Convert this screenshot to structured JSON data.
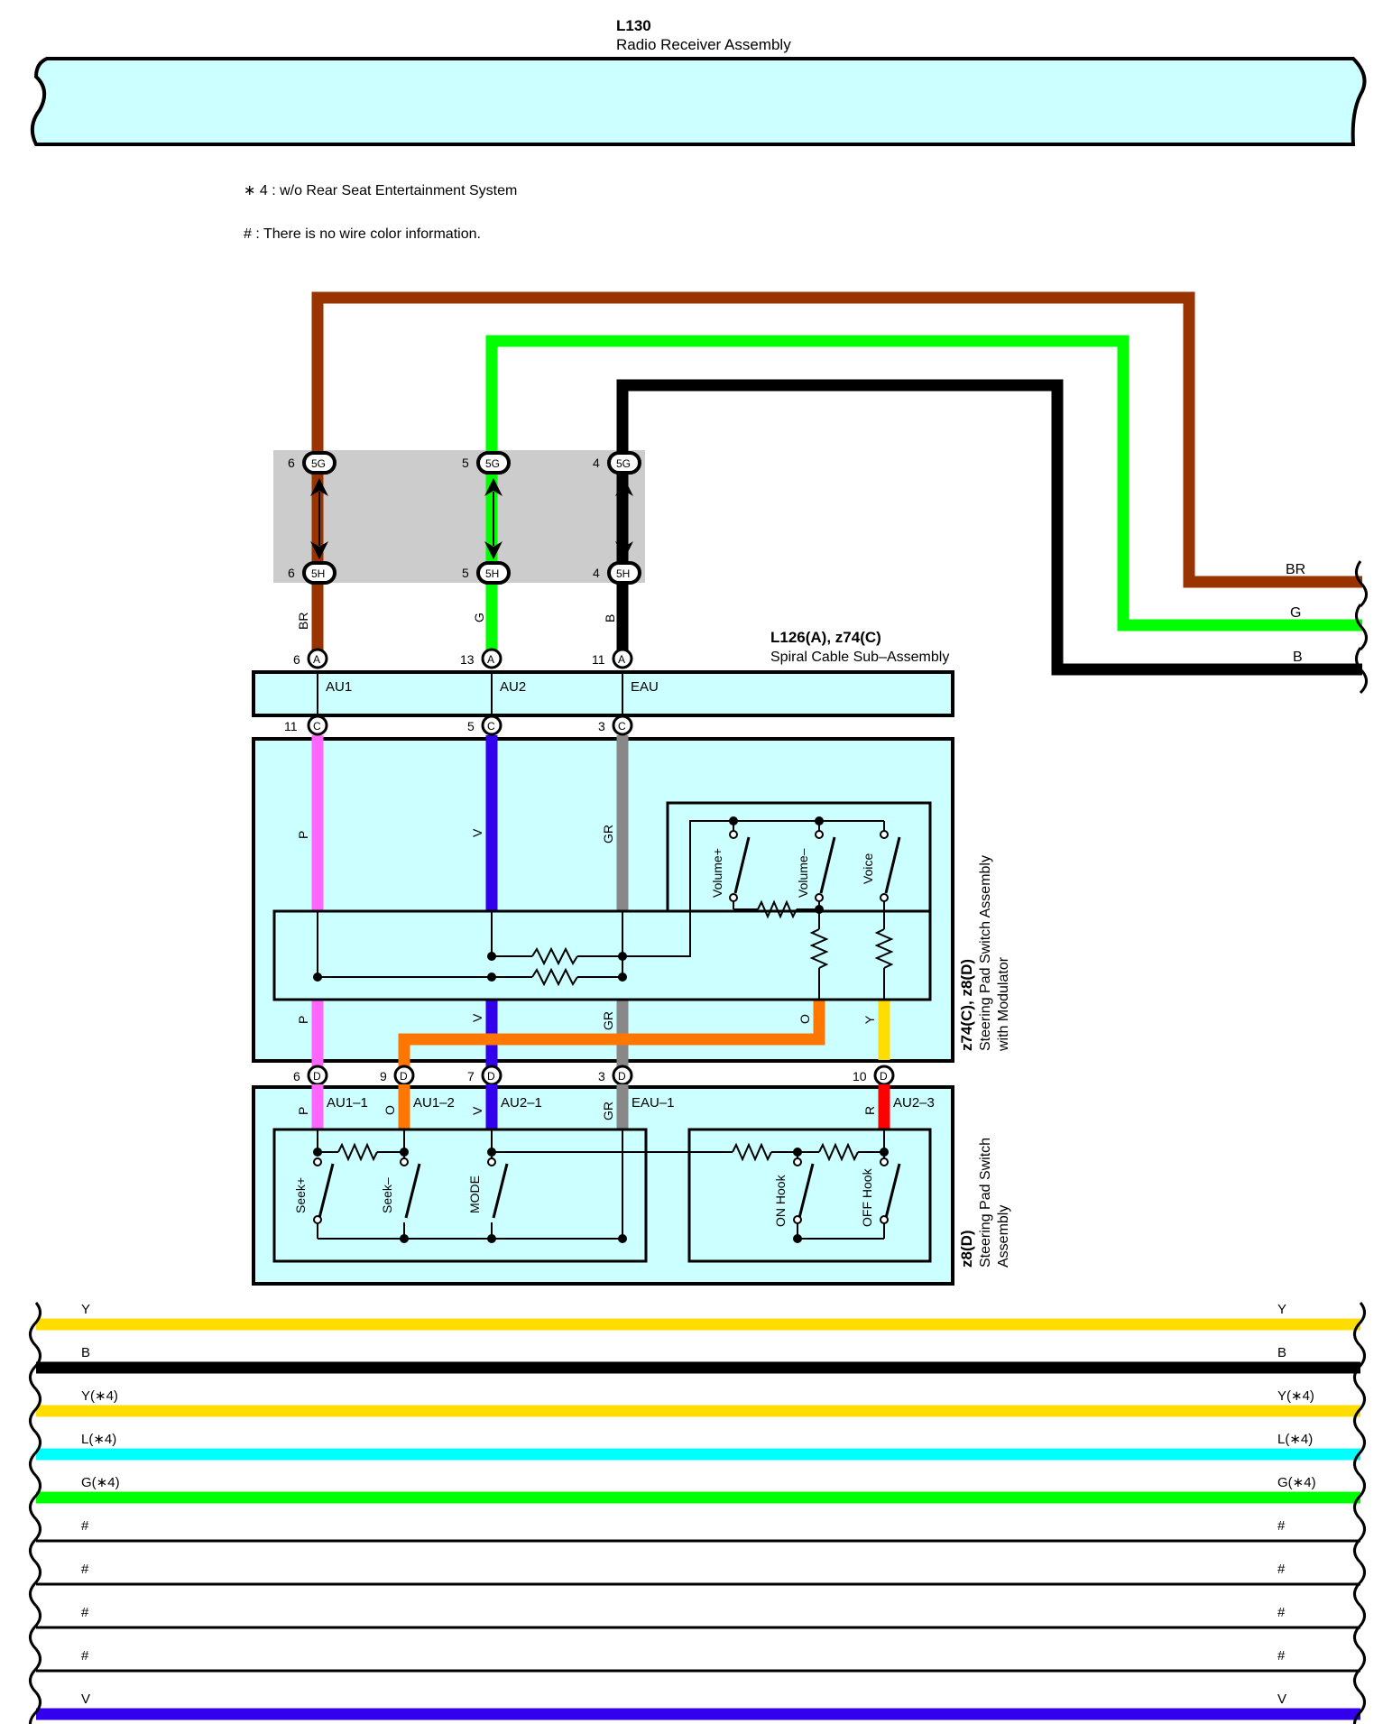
{
  "radio": {
    "code": "L130",
    "name": "Radio Receiver Assembly"
  },
  "notes": [
    "∗ 4 : w/o Rear Seat Entertainment System",
    "# : There is no wire color information."
  ],
  "spiral": {
    "code": "L126(A), z74(C)",
    "name": "Spiral Cable Sub–Assembly"
  },
  "modulator": {
    "code": "z74(C), z8(D)",
    "name_line1": "Steering Pad Switch Assembly",
    "name_line2": "with Modulator"
  },
  "steering_switch": {
    "code": "z8(D)",
    "name_line1": "Steering Pad Switch",
    "name_line2": "Assembly"
  },
  "junction": {
    "connector_top": "5G",
    "connector_bottom": "5H",
    "pins": [
      "6",
      "5",
      "4"
    ]
  },
  "colors": {
    "BR": "#993300",
    "G": "#00ff00",
    "B": "#000000",
    "P": "#ff66ff",
    "V": "#3300ee",
    "GR": "#888888",
    "O": "#ff7700",
    "Y": "#ffdd00",
    "R": "#ff0000",
    "L": "#00ffff",
    "body": "#ccffff",
    "junction_bg": "#cccccc"
  },
  "wires_right": [
    "BR",
    "G",
    "B"
  ],
  "wire_labels_vertical": {
    "top": [
      "BR",
      "G",
      "B"
    ],
    "middle": [
      "P",
      "V",
      "GR"
    ],
    "lower": [
      "P",
      "V",
      "GR",
      "O",
      "Y"
    ],
    "bottom": [
      "P",
      "O",
      "V",
      "GR",
      "R"
    ]
  },
  "connector_a": {
    "letter": "A",
    "pins": [
      "6",
      "13",
      "11"
    ]
  },
  "connector_c": {
    "letter": "C",
    "pins": [
      "11",
      "5",
      "3"
    ]
  },
  "connector_d": {
    "letter": "D",
    "pins": [
      "6",
      "9",
      "7",
      "3",
      "10"
    ]
  },
  "signals_top": [
    "AU1",
    "AU2",
    "EAU"
  ],
  "signals_bottom": [
    "AU1–1",
    "AU1–2",
    "AU2–1",
    "EAU–1",
    "AU2–3"
  ],
  "switches_modulator": [
    "Volume+",
    "Volume–",
    "Voice"
  ],
  "switches_steering": [
    "Seek+",
    "Seek–",
    "MODE",
    "ON Hook",
    "OFF Hook"
  ],
  "bottom_wires": [
    {
      "label": "Y",
      "color": "#ffdd00"
    },
    {
      "label": "B",
      "color": "#000000"
    },
    {
      "label": "Y(∗4)",
      "color": "#ffdd00"
    },
    {
      "label": "L(∗4)",
      "color": "#00ffff"
    },
    {
      "label": "G(∗4)",
      "color": "#00ff00"
    },
    {
      "label": "#",
      "color": "#000000"
    },
    {
      "label": "#",
      "color": "#000000"
    },
    {
      "label": "#",
      "color": "#000000"
    },
    {
      "label": "#",
      "color": "#000000"
    },
    {
      "label": "V",
      "color": "#3300ee"
    }
  ]
}
